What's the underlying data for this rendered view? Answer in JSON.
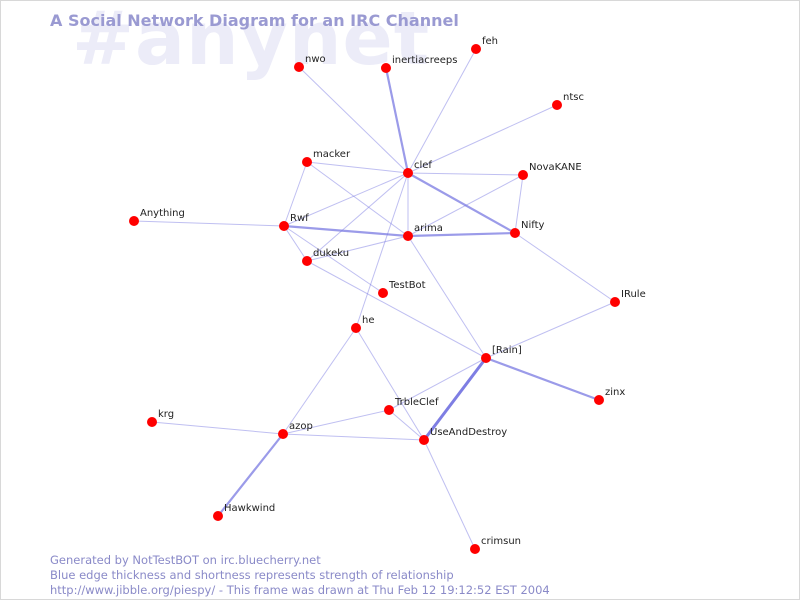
{
  "watermark": "#anynet",
  "title": "A Social Network Diagram for an IRC Channel",
  "footer": {
    "line1": "Generated by NotTestBOT on irc.bluecherry.net",
    "line2": "Blue edge thickness and shortness represents strength of relationship",
    "line3": "http://www.jibble.org/piespy/ - This frame was drawn at Thu Feb 12 19:12:52 EST 2004"
  },
  "colors": {
    "node": "#ff0000",
    "edge": "#7070e0",
    "title": "#9a9ad2",
    "watermark": "#ececf8"
  },
  "nodes": [
    "nwo",
    "inertiacreeps",
    "feh",
    "ntsc",
    "macker",
    "clef",
    "NovaKANE",
    "Anything",
    "Rwf",
    "arima",
    "Nifty",
    "dukeku",
    "TestBot",
    "IRule",
    "he",
    "[Rain]",
    "zinx",
    "krg",
    "TrbleClef",
    "azop",
    "UseAndDestroy",
    "Hawkwind",
    "crimsun"
  ],
  "edges": [
    {
      "source": "clef",
      "target": "nwo",
      "weight": 1
    },
    {
      "source": "clef",
      "target": "inertiacreeps",
      "weight": 2
    },
    {
      "source": "clef",
      "target": "feh",
      "weight": 1
    },
    {
      "source": "clef",
      "target": "ntsc",
      "weight": 1
    },
    {
      "source": "clef",
      "target": "macker",
      "weight": 1
    },
    {
      "source": "clef",
      "target": "NovaKANE",
      "weight": 1
    },
    {
      "source": "clef",
      "target": "Nifty",
      "weight": 2
    },
    {
      "source": "clef",
      "target": "Rwf",
      "weight": 1
    },
    {
      "source": "clef",
      "target": "dukeku",
      "weight": 1
    },
    {
      "source": "clef",
      "target": "arima",
      "weight": 1
    },
    {
      "source": "clef",
      "target": "he",
      "weight": 1
    },
    {
      "source": "macker",
      "target": "Rwf",
      "weight": 1
    },
    {
      "source": "macker",
      "target": "arima",
      "weight": 1
    },
    {
      "source": "Anything",
      "target": "Rwf",
      "weight": 1
    },
    {
      "source": "Rwf",
      "target": "arima",
      "weight": 2
    },
    {
      "source": "Rwf",
      "target": "dukeku",
      "weight": 1
    },
    {
      "source": "Rwf",
      "target": "TestBot",
      "weight": 1
    },
    {
      "source": "arima",
      "target": "Nifty",
      "weight": 2
    },
    {
      "source": "arima",
      "target": "NovaKANE",
      "weight": 1
    },
    {
      "source": "arima",
      "target": "dukeku",
      "weight": 1
    },
    {
      "source": "arima",
      "target": "[Rain]",
      "weight": 1
    },
    {
      "source": "Nifty",
      "target": "NovaKANE",
      "weight": 1
    },
    {
      "source": "Nifty",
      "target": "IRule",
      "weight": 1
    },
    {
      "source": "dukeku",
      "target": "[Rain]",
      "weight": 1
    },
    {
      "source": "IRule",
      "target": "[Rain]",
      "weight": 1
    },
    {
      "source": "[Rain]",
      "target": "zinx",
      "weight": 2
    },
    {
      "source": "[Rain]",
      "target": "UseAndDestroy",
      "weight": 3
    },
    {
      "source": "[Rain]",
      "target": "TrbleClef",
      "weight": 1
    },
    {
      "source": "he",
      "target": "azop",
      "weight": 1
    },
    {
      "source": "he",
      "target": "UseAndDestroy",
      "weight": 1
    },
    {
      "source": "TrbleClef",
      "target": "azop",
      "weight": 1
    },
    {
      "source": "TrbleClef",
      "target": "UseAndDestroy",
      "weight": 1
    },
    {
      "source": "azop",
      "target": "UseAndDestroy",
      "weight": 1
    },
    {
      "source": "krg",
      "target": "azop",
      "weight": 1
    },
    {
      "source": "azop",
      "target": "Hawkwind",
      "weight": 2
    },
    {
      "source": "UseAndDestroy",
      "target": "crimsun",
      "weight": 1
    }
  ]
}
